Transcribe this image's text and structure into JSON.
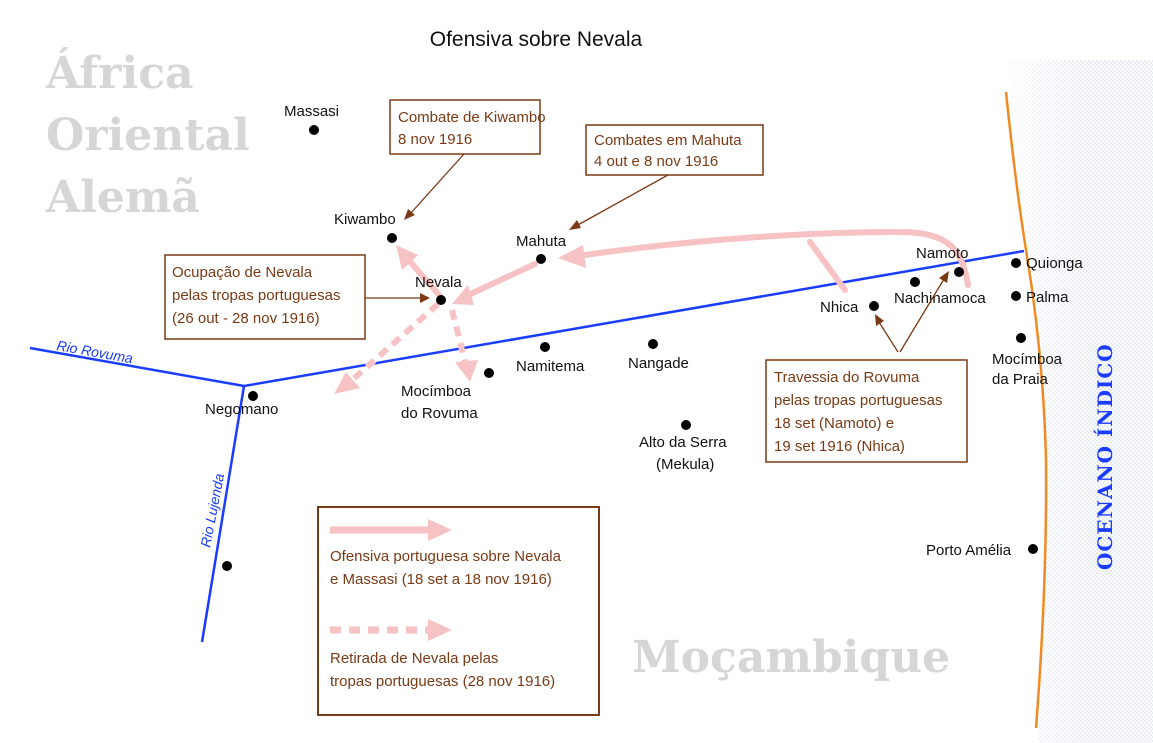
{
  "title": "Ofensiva sobre Nevala",
  "regions": {
    "north": [
      "África",
      "Oriental",
      "Alemã"
    ],
    "south": "Moçambique",
    "ocean": "OCENANO ÍNDICO"
  },
  "rivers": {
    "rovuma": "Rio Rovuma",
    "lujenda": "Rio Lujenda"
  },
  "places": {
    "massasi": "Massasi",
    "kiwambo": "Kiwambo",
    "mahuta": "Mahuta",
    "nevala": "Nevala",
    "namoto": "Namoto",
    "quionga": "Quionga",
    "nachinamoca": "Nachinamoca",
    "nhica": "Nhica",
    "palma": "Palma",
    "mocimboa_praia": [
      "Mocímboa",
      "da Praia"
    ],
    "namitema": "Namitema",
    "nangade": "Nangade",
    "mocimboa_rovuma": [
      "Mocímboa",
      "do Rovuma"
    ],
    "negomano": "Negomano",
    "alto_serra": [
      "Alto da Serra",
      "(Mekula)"
    ],
    "porto_amelia": "Porto Amélia"
  },
  "annotations": {
    "kiwambo": [
      "Combate de Kiwambo",
      "8 nov 1916"
    ],
    "mahuta": [
      "Combates em Mahuta",
      "4 out e 8 nov 1916"
    ],
    "nevala": [
      "Ocupação de Nevala",
      "pelas tropas portuguesas",
      "(26 out - 28 nov 1916)"
    ],
    "rovuma": [
      "Travessia do Rovuma",
      "pelas tropas portuguesas",
      "18 set (Namoto) e",
      "19 set 1916 (Nhica)"
    ]
  },
  "legend": {
    "offensive": [
      "Ofensiva portuguesa sobre Nevala",
      "e Massasi (18 set a 18 nov 1916)"
    ],
    "retreat": [
      "Retirada de Nevala pelas",
      "tropas portuguesas (28 nov 1916)"
    ]
  },
  "colors": {
    "river": "#1a3cff",
    "coast": "#f08a24",
    "arrow": "#f7c2c4",
    "box_border": "#7a3a16",
    "region_text": "#d6d6d6",
    "ocean_text": "#1a3cff"
  }
}
